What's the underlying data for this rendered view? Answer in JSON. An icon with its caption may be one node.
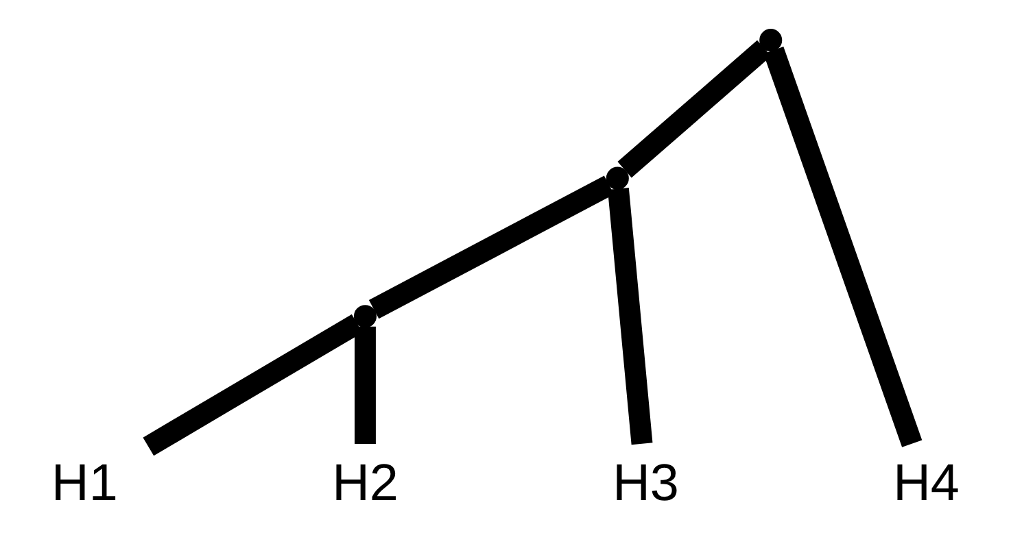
{
  "diagram": {
    "nodes": [
      {
        "text": [
          "H1"
        ]
      },
      {
        "text": [
          "H2"
        ]
      },
      {
        "text": [
          "H3"
        ]
      },
      {
        "text": [
          "H4"
        ]
      },
      {
        "text": [],
        "shape": "point"
      },
      {
        "text": [],
        "shape": "point"
      },
      {
        "text": [],
        "shape": "point"
      }
    ],
    "edges": [
      {
        "from": 6,
        "to": 5,
        "arrow": "none"
      },
      {
        "from": 6,
        "to": 3,
        "arrow": "none"
      },
      {
        "from": 5,
        "to": 4,
        "arrow": "none"
      },
      {
        "from": 5,
        "to": 2,
        "arrow": "none"
      },
      {
        "from": 4,
        "to": 0,
        "arrow": "none"
      },
      {
        "from": 4,
        "to": 1,
        "arrow": "none"
      }
    ]
  }
}
